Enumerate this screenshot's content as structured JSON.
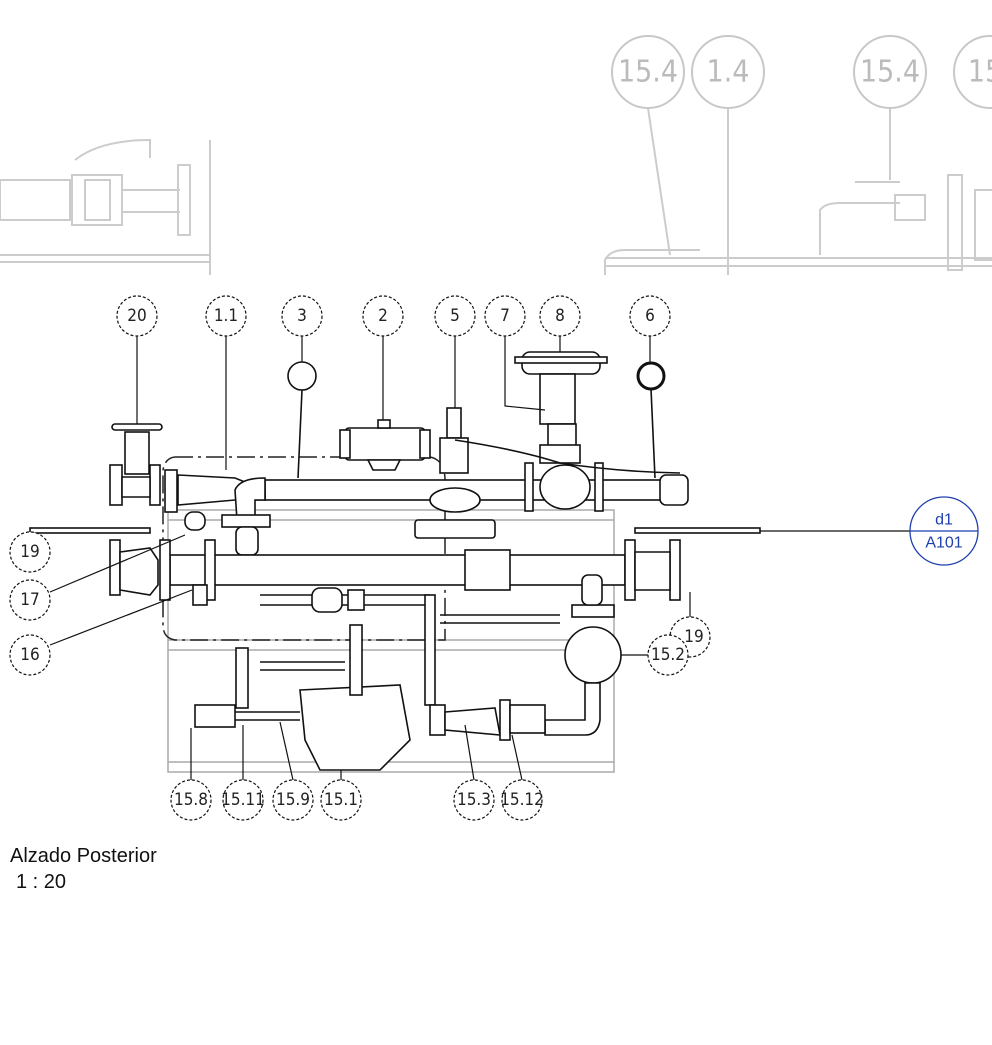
{
  "drawing": {
    "view_title": "Alzado Posterior",
    "scale": "1 : 20",
    "section_tag": {
      "id": "d1",
      "sheet": "A101",
      "color": "#1f3fb0"
    },
    "faded_balloons": [
      "15.4",
      "1.4",
      "15.4",
      "15"
    ],
    "balloons": [
      "20",
      "1.1",
      "3",
      "2",
      "5",
      "7",
      "8",
      "6",
      "19",
      "17",
      "16",
      "15.2",
      "19",
      "15.8",
      "15.11",
      "15.9",
      "15.1",
      "15.3",
      "15.12"
    ]
  }
}
